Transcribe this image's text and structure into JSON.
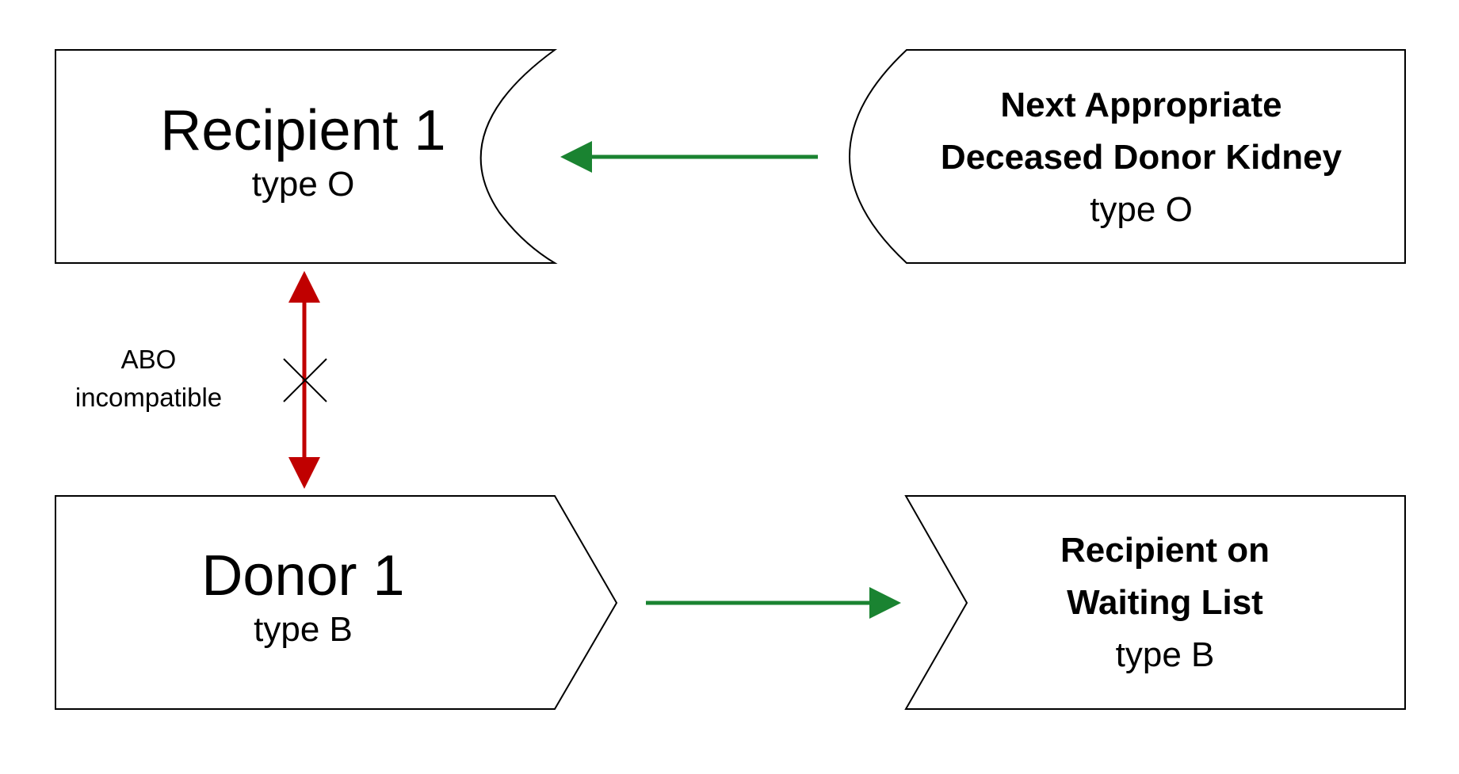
{
  "nodes": {
    "recipient1": {
      "title": "Recipient 1",
      "subtitle": "type O"
    },
    "deceased_donor": {
      "title_line1": "Next Appropriate",
      "title_line2": "Deceased Donor Kidney",
      "subtitle": "type O"
    },
    "donor1": {
      "title": "Donor 1",
      "subtitle": "type B"
    },
    "waiting_list_recipient": {
      "title_line1": "Recipient on",
      "title_line2": "Waiting List",
      "subtitle": "type B"
    }
  },
  "edges": {
    "incompatible": {
      "label_line1": "ABO",
      "label_line2": "incompatible"
    }
  },
  "colors": {
    "compatible_arrow": "#1a8331",
    "incompatible_arrow": "#c00000",
    "outline": "#000000"
  }
}
